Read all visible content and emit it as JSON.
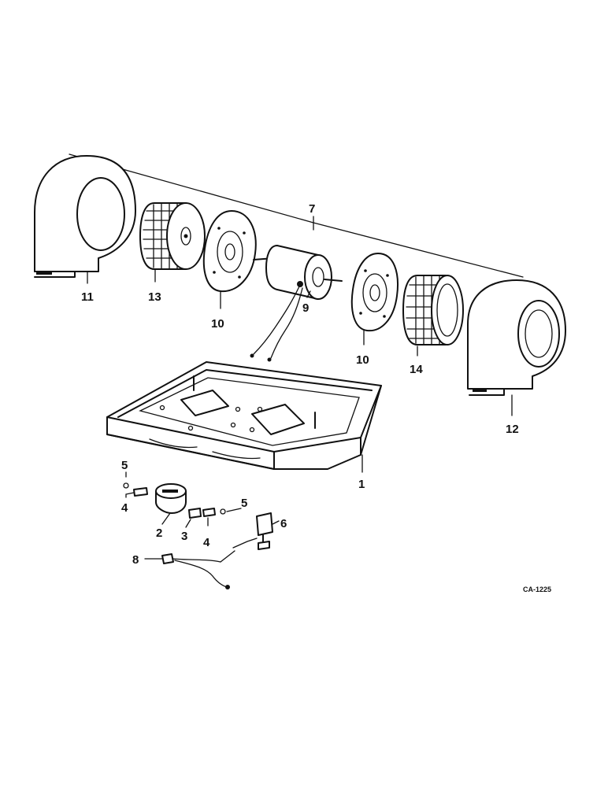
{
  "callouts": {
    "c1": "1",
    "c2": "2",
    "c3": "3",
    "c4a": "4",
    "c4b": "4",
    "c5a": "5",
    "c5b": "5",
    "c6": "6",
    "c7": "7",
    "c8": "8",
    "c9": "9",
    "c10a": "10",
    "c10b": "10",
    "c11": "11",
    "c12": "12",
    "c13": "13",
    "c14": "14"
  },
  "figure_ref": "CA-1225"
}
